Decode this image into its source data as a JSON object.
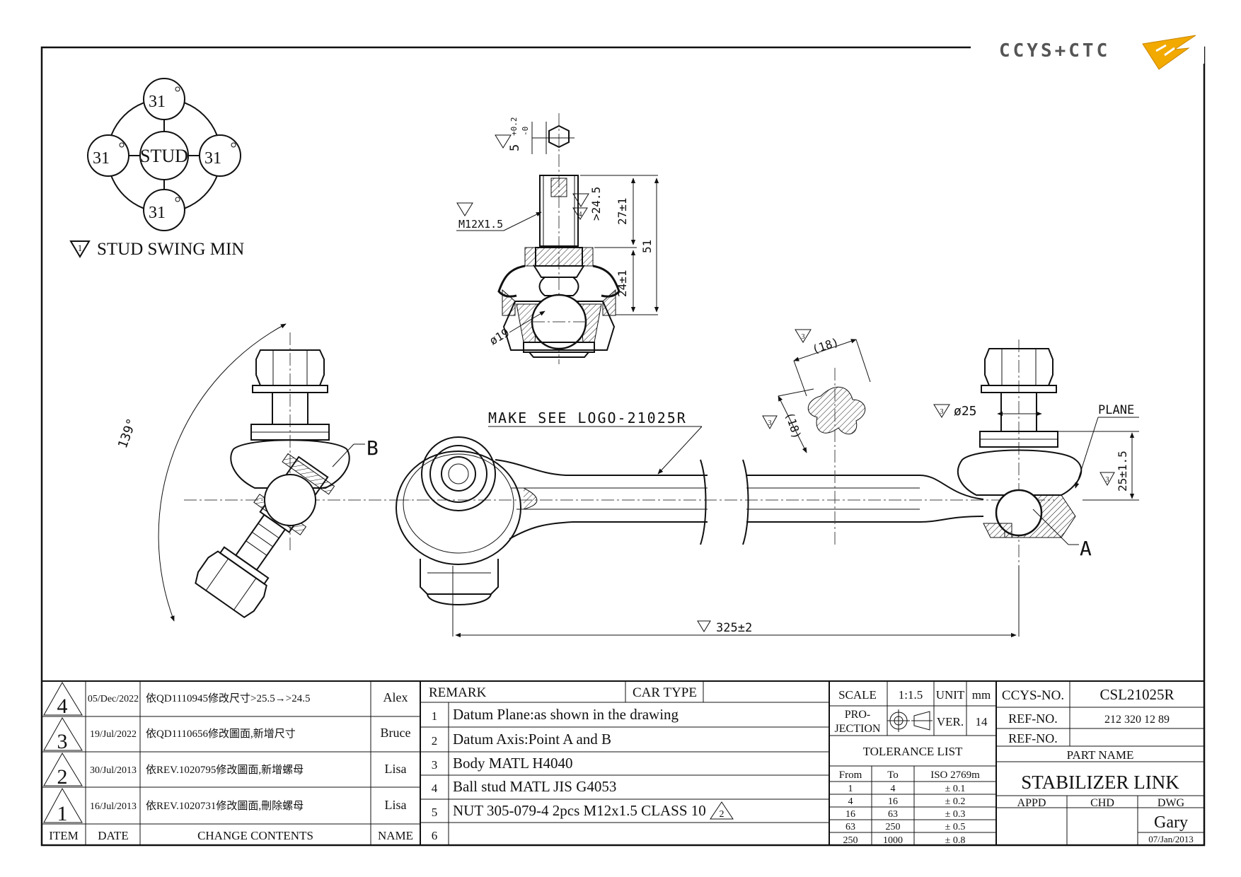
{
  "logo": {
    "text": "CCYS+CTC",
    "accent": "#f2a900"
  },
  "swing": {
    "center": "STUD",
    "top": "31",
    "left": "31",
    "right": "31",
    "bottom": "31",
    "legend_symbol": "1",
    "legend": "STUD SWING MIN"
  },
  "dims": {
    "hex": "5",
    "hex_tol_plus": "+0.2",
    "hex_tol_minus": "-0",
    "thread": "M12X1.5",
    "len_top": ">24.5",
    "len_top_note": "4",
    "len_27": "27±1",
    "len_51": "51",
    "len_24": "24±1",
    "ball": "ø19",
    "angle": "139°",
    "label_b": "B",
    "label_a": "A",
    "make_see": "MAKE SEE LOGO-21025R",
    "cross_18a": "(18)",
    "cross_18b": "(18)",
    "rev_mark": "3",
    "dia25": "ø25",
    "plane": "PLANE",
    "h25": "25±1.5",
    "total": "325±2"
  },
  "revisions": [
    {
      "item": "4",
      "date": "05/Dec/2022",
      "content": "依QD1110945修改尺寸>25.5→>24.5",
      "name": "Alex"
    },
    {
      "item": "3",
      "date": "19/Jul/2022",
      "content": "依QD1110656修改圖面,新增尺寸",
      "name": "Bruce"
    },
    {
      "item": "2",
      "date": "30/Jul/2013",
      "content": "依REV.1020795修改圖面,新增螺母",
      "name": "Lisa"
    },
    {
      "item": "1",
      "date": "16/Jul/2013",
      "content": "依REV.1020731修改圖面,刪除螺母",
      "name": "Lisa"
    }
  ],
  "rev_header": {
    "item": "ITEM",
    "date": "DATE",
    "content": "CHANGE CONTENTS",
    "name": "NAME"
  },
  "remarks": {
    "header": "REMARK",
    "car_type": "CAR TYPE",
    "rows": [
      {
        "n": "1",
        "text": "Datum Plane:as shown in the drawing"
      },
      {
        "n": "2",
        "text": "Datum Axis:Point A and B"
      },
      {
        "n": "3",
        "text": "Body MATL H4040"
      },
      {
        "n": "4",
        "text": "Ball stud MATL JIS G4053"
      },
      {
        "n": "5",
        "text": "NUT 305-079-4 2pcs M12x1.5 CLASS 10",
        "mark": "2"
      },
      {
        "n": "6",
        "text": ""
      }
    ]
  },
  "spec": {
    "scale_label": "SCALE",
    "scale": "1:1.5",
    "unit_label": "UNIT",
    "unit": "mm",
    "projection_label_1": "PRO-",
    "projection_label_2": "JECTION",
    "ver_label": "VER.",
    "ver": "14",
    "tolerance_title": "TOLERANCE LIST",
    "tol_from": "From",
    "tol_to": "To",
    "tol_std": "ISO 2769m",
    "tolerances": [
      {
        "from": "1",
        "to": "4",
        "tol": "± 0.1"
      },
      {
        "from": "4",
        "to": "16",
        "tol": "± 0.2"
      },
      {
        "from": "16",
        "to": "63",
        "tol": "± 0.3"
      },
      {
        "from": "63",
        "to": "250",
        "tol": "± 0.5"
      },
      {
        "from": "250",
        "to": "1000",
        "tol": "± 0.8"
      }
    ]
  },
  "title_block": {
    "ccys_label": "CCYS-NO.",
    "ccys": "CSL21025R",
    "ref_label_1": "REF-NO.",
    "ref_1": "212 320 12 89",
    "ref_label_2": "REF-NO.",
    "ref_2": "",
    "part_name_label": "PART NAME",
    "part_name": "STABILIZER LINK",
    "appd": "APPD",
    "chd": "CHD",
    "dwg": "DWG",
    "drawn_by": "Gary",
    "date": "07/Jan/2013"
  }
}
